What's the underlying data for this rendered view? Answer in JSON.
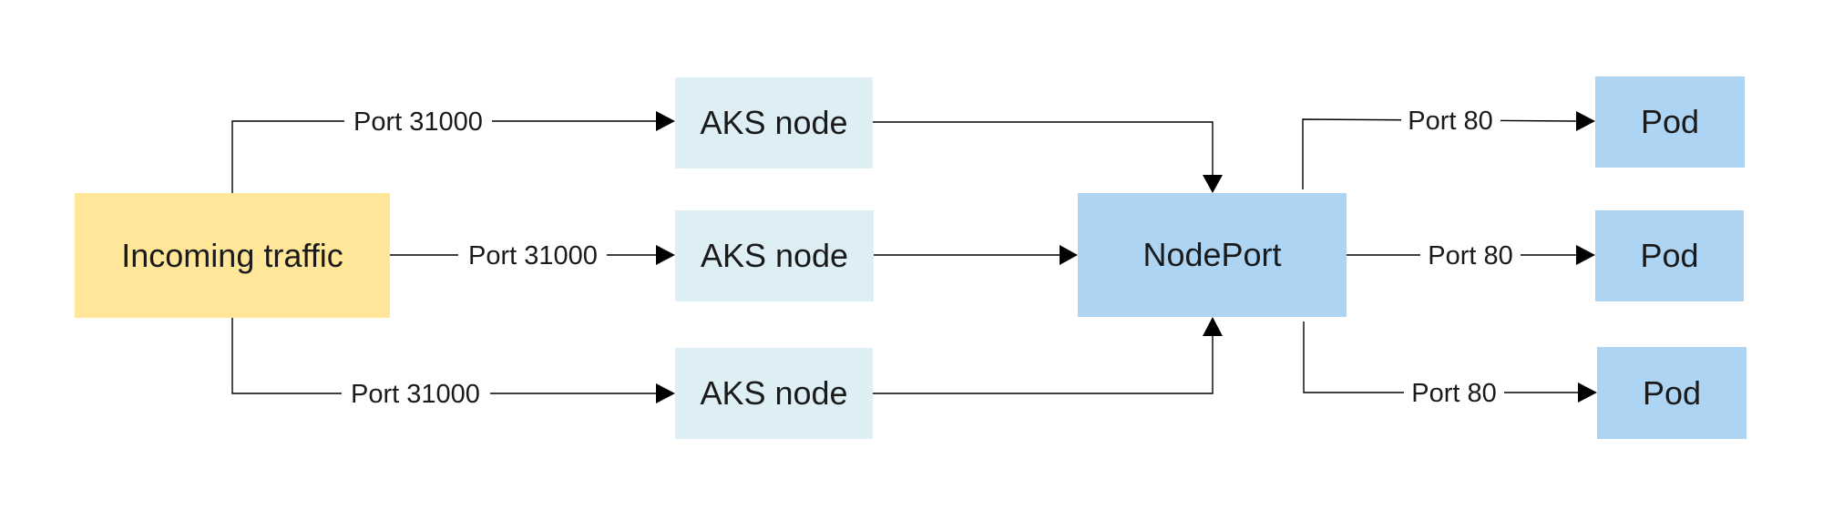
{
  "colors": {
    "incoming": "#ffe699",
    "aks_node": "#ddeef4",
    "nodeport": "#aed4f3",
    "pod": "#aed4f3",
    "line": "#000000"
  },
  "nodes": {
    "incoming": "Incoming traffic",
    "aks_1": "AKS node",
    "aks_2": "AKS node",
    "aks_3": "AKS node",
    "nodeport": "NodePort",
    "pod_1": "Pod",
    "pod_2": "Pod",
    "pod_3": "Pod"
  },
  "edges": {
    "incoming_aks_1": "Port 31000",
    "incoming_aks_2": "Port 31000",
    "incoming_aks_3": "Port 31000",
    "nodeport_pod_1": "Port 80",
    "nodeport_pod_2": "Port 80",
    "nodeport_pod_3": "Port 80"
  }
}
